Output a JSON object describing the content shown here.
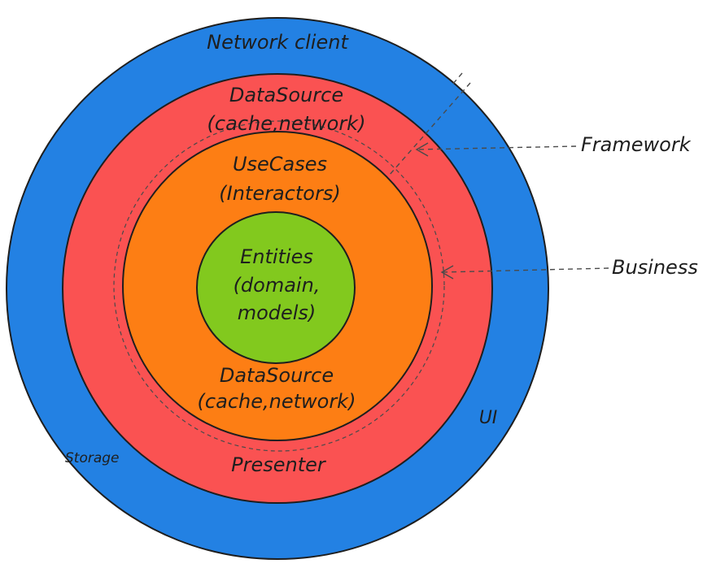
{
  "colors": {
    "outer_ring": "#2381e3",
    "framework_ring": "#fa5252",
    "usecase_ring": "#fd7e14",
    "entities_core": "#82c91e",
    "stroke": "#1e1e1e",
    "annotation": "#4a4a4a"
  },
  "rings": {
    "outer": {
      "label": "Network client"
    },
    "framework_top": {
      "line1": "DataSource",
      "line2": "(cache,network)"
    },
    "usecases": {
      "line1": "UseCases",
      "line2": "(Interactors)"
    },
    "entities": {
      "line1": "Entities",
      "line2": "(domain,",
      "line3": "models)"
    },
    "usecases_bottom": {
      "line1": "DataSource",
      "line2": "(cache,network)"
    },
    "presenter": {
      "label": "Presenter"
    },
    "ui": {
      "label": "UI"
    },
    "storage": {
      "label": "Storage"
    }
  },
  "annotations": {
    "framework": "Framework",
    "business": "Business"
  }
}
